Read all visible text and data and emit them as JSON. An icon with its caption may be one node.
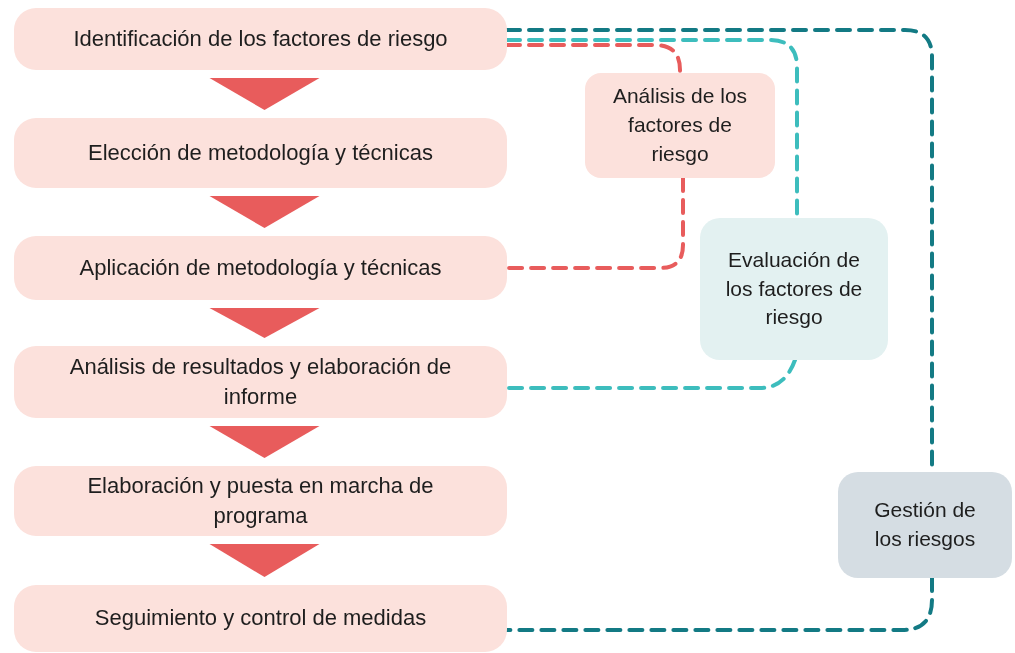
{
  "diagram": {
    "nodes": [
      {
        "text": [
          "Identificación de los factores de riesgo"
        ]
      },
      {
        "text": [
          "Elección de metodología y técnicas"
        ]
      },
      {
        "text": [
          "Aplicación de metodología y técnicas"
        ]
      },
      {
        "text": [
          "Análisis de resultados y elaboración de informe"
        ]
      },
      {
        "text": [
          "Elaboración y puesta en marcha de programa"
        ]
      },
      {
        "text": [
          "Seguimiento y control de medidas"
        ]
      },
      {
        "text": [
          "Análisis de los factores de riesgo"
        ]
      },
      {
        "text": [
          "Evaluación de los factores de riesgo"
        ]
      },
      {
        "text": [
          "Gestión de los riesgos"
        ]
      }
    ],
    "edges": [
      {
        "from": 0,
        "to": 1,
        "arrow": "to"
      },
      {
        "from": 1,
        "to": 2,
        "arrow": "to"
      },
      {
        "from": 2,
        "to": 3,
        "arrow": "to"
      },
      {
        "from": 3,
        "to": 4,
        "arrow": "to"
      },
      {
        "from": 4,
        "to": 5,
        "arrow": "to"
      },
      {
        "from": 0,
        "to": 6,
        "arrow": "none",
        "style": "dashed",
        "color": "#e85c5c"
      },
      {
        "from": 6,
        "to": 2,
        "arrow": "none",
        "style": "dashed",
        "color": "#e85c5c"
      },
      {
        "from": 0,
        "to": 7,
        "arrow": "none",
        "style": "dashed",
        "color": "#3dbdbd"
      },
      {
        "from": 7,
        "to": 3,
        "arrow": "none",
        "style": "dashed",
        "color": "#3dbdbd"
      },
      {
        "from": 0,
        "to": 8,
        "arrow": "none",
        "style": "dashed",
        "color": "#137a84"
      },
      {
        "from": 8,
        "to": 5,
        "arrow": "none",
        "style": "dashed",
        "color": "#137a84"
      }
    ]
  }
}
